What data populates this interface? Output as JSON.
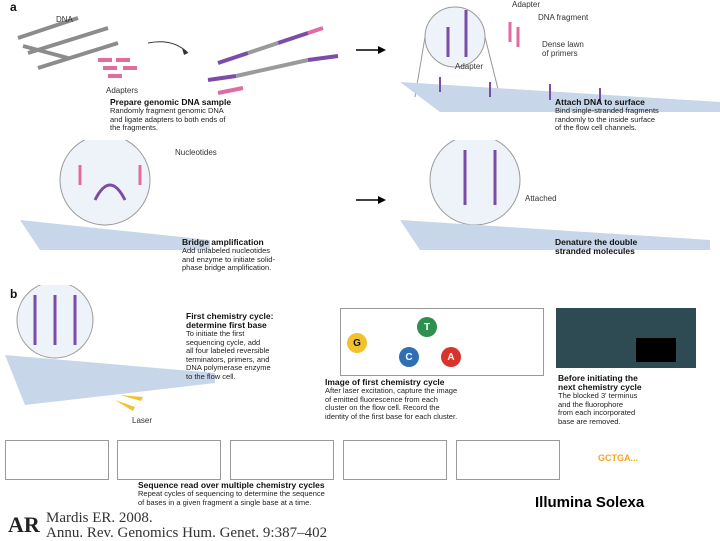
{
  "panel_a": {
    "letter": "a",
    "labels": {
      "dna": "DNA",
      "adapters": "Adapters",
      "adapter_top": "Adapter",
      "dna_fragment": "DNA fragment",
      "dense_lawn": "Dense lawn\nof primers",
      "adapter_bottom": "Adapter",
      "nucleotides": "Nucleotides",
      "attached": "Attached"
    },
    "steps": [
      {
        "title": "Prepare genomic DNA sample",
        "text": "Randomly fragment genomic DNA\nand ligate adapters to both ends of\nthe fragments."
      },
      {
        "title": "Attach DNA to surface",
        "text": "Bind single-stranded fragments\nrandomly to the inside surface\nof the flow cell channels."
      },
      {
        "title": "Bridge amplification",
        "text": "Add unlabeled nucleotides\nand enzyme to initiate solid-\nphase bridge amplification."
      },
      {
        "title": "Denature the double\nstranded molecules",
        "text": ""
      }
    ]
  },
  "panel_b": {
    "letter": "b",
    "laser": "Laser",
    "steps": [
      {
        "title": "First chemistry cycle:\ndetermine first base",
        "text": "To initiate the first\nsequencing cycle, add\nall four labeled reversible\nterminators, primers, and\nDNA polymerase enzyme\nto the flow cell."
      },
      {
        "title": "Image of first chemistry cycle",
        "text": "After laser excitation, capture the image\nof emitted fluorescence from each\ncluster on the flow cell. Record the\nidentity of the first base for each cluster."
      },
      {
        "title": "Before initiating the\nnext chemistry cycle",
        "text": "The blocked 3' terminus\nand the fluorophore\nfrom each incorporated\nbase are removed."
      },
      {
        "title": "Sequence read over multiple chemistry cycles",
        "text": "Repeat cycles of sequencing to determine the sequence\nof bases in a given fragment a single base at a time."
      }
    ],
    "bases": {
      "g": "G",
      "t": "T",
      "c": "C",
      "a": "A"
    },
    "read": "GCTGA...",
    "colors": {
      "G": "#f2c12e",
      "T": "#2f8f4e",
      "C": "#2f6fb3",
      "A": "#d9342b"
    }
  },
  "caption": "Illumina Solexa",
  "citation": {
    "line1": "Mardis ER. 2008.",
    "line2": "Annu. Rev. Genomics Hum. Genet. 9:387–402",
    "logo": "AR"
  }
}
